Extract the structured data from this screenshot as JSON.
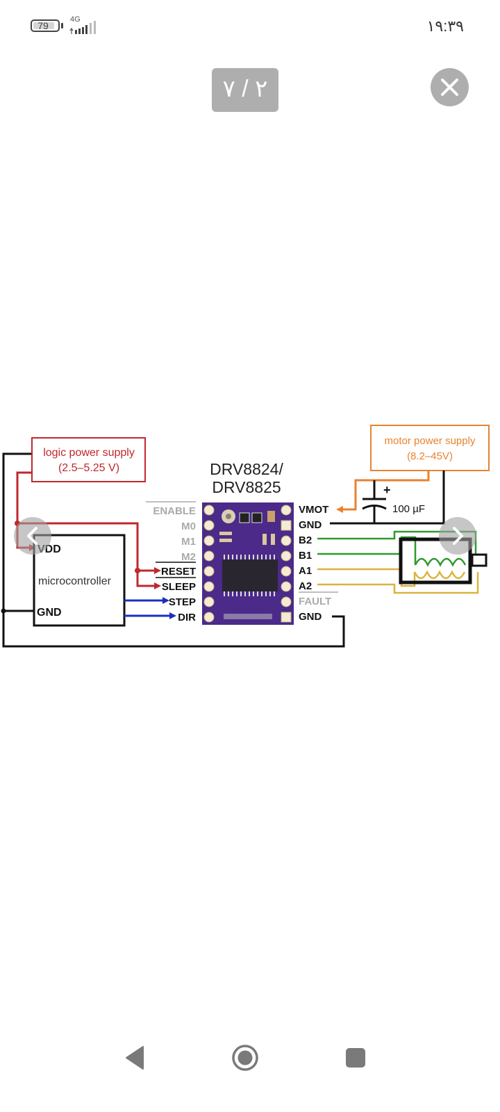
{
  "status_bar": {
    "battery_level": "79",
    "network": "4G",
    "time": "١٩:٣٩"
  },
  "viewer": {
    "counter": "٢ / ٧",
    "close_icon": "close-icon",
    "prev_icon": "chevron-left-icon",
    "next_icon": "chevron-right-icon"
  },
  "diagram": {
    "logic_supply": {
      "title": "logic power supply",
      "range": "(2.5–5.25 V)",
      "color": "#c0272d"
    },
    "motor_supply": {
      "title": "motor power supply",
      "range": "(8.2–45V)",
      "color": "#e8822f"
    },
    "driver_title_1": "DRV8824/",
    "driver_title_2": "DRV8825",
    "microcontroller": {
      "label": "microcontroller",
      "vdd": "VDD",
      "gnd": "GND"
    },
    "left_pins": [
      "ENABLE",
      "M0",
      "M1",
      "M2",
      "RESET",
      "SLEEP",
      "STEP",
      "DIR"
    ],
    "right_pins": [
      "VMOT",
      "GND",
      "B2",
      "B1",
      "A1",
      "A2",
      "FAULT",
      "GND"
    ],
    "capacitor": {
      "label": "100 µF",
      "polarity": "+"
    },
    "colors": {
      "logic": "#c0272d",
      "signal": "#1b2fbf",
      "motor": "#e8822f",
      "coil_b": "#2e9a2e",
      "coil_a": "#d9b43b",
      "ground": "#111111",
      "inactive": "#aaaaaa",
      "board": "#4b2a8a"
    }
  },
  "system_nav": {
    "back_icon": "back-icon",
    "home_icon": "home-icon",
    "recents_icon": "recents-icon"
  }
}
